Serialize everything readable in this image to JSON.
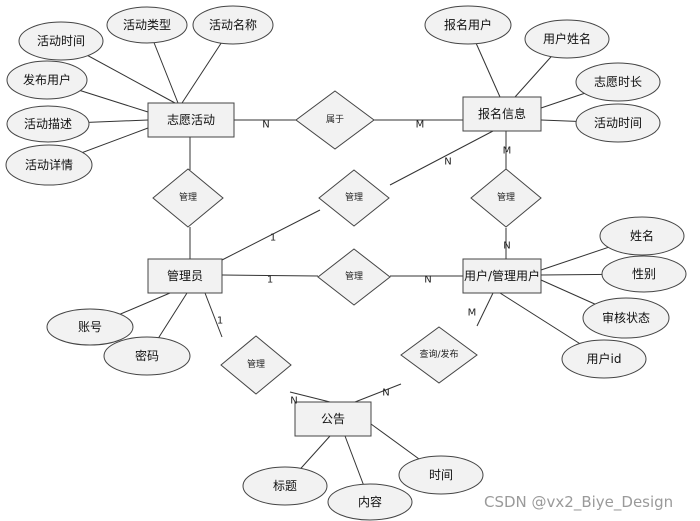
{
  "colors": {
    "entity_fill": "#f2f2f2",
    "stroke": "#444444",
    "attr_fill": "#f2f2f2",
    "rel_fill": "#f2f2f2",
    "watermark": "#9a9a9a"
  },
  "entities": [
    {
      "id": "volunteer_activity",
      "label": "志愿活动"
    },
    {
      "id": "registration_info",
      "label": "报名信息"
    },
    {
      "id": "administrator",
      "label": "管理员"
    },
    {
      "id": "user_mgmt_user",
      "label": "用户/管理用户"
    },
    {
      "id": "announcement",
      "label": "公告"
    }
  ],
  "attributes": [
    {
      "id": "act_time",
      "label": "活动时间",
      "of": "volunteer_activity"
    },
    {
      "id": "act_type",
      "label": "活动类型",
      "of": "volunteer_activity"
    },
    {
      "id": "act_name",
      "label": "活动名称",
      "of": "volunteer_activity"
    },
    {
      "id": "pub_user",
      "label": "发布用户",
      "of": "volunteer_activity"
    },
    {
      "id": "act_desc",
      "label": "活动描述",
      "of": "volunteer_activity"
    },
    {
      "id": "act_detail",
      "label": "活动详情",
      "of": "volunteer_activity"
    },
    {
      "id": "reg_user",
      "label": "报名用户",
      "of": "registration_info"
    },
    {
      "id": "user_name",
      "label": "用户姓名",
      "of": "registration_info"
    },
    {
      "id": "vol_hours",
      "label": "志愿时长",
      "of": "registration_info"
    },
    {
      "id": "reg_act_time",
      "label": "活动时间",
      "of": "registration_info"
    },
    {
      "id": "account",
      "label": "账号",
      "of": "administrator"
    },
    {
      "id": "password",
      "label": "密码",
      "of": "administrator"
    },
    {
      "id": "name",
      "label": "姓名",
      "of": "user_mgmt_user"
    },
    {
      "id": "gender",
      "label": "性别",
      "of": "user_mgmt_user"
    },
    {
      "id": "review_status",
      "label": "审核状态",
      "of": "user_mgmt_user"
    },
    {
      "id": "user_id",
      "label": "用户id",
      "of": "user_mgmt_user"
    },
    {
      "id": "title",
      "label": "标题",
      "of": "announcement"
    },
    {
      "id": "time",
      "label": "时间",
      "of": "announcement"
    },
    {
      "id": "content",
      "label": "内容",
      "of": "announcement"
    }
  ],
  "relationships": [
    {
      "id": "belongs",
      "label": "属于",
      "from": "volunteer_activity",
      "to": "registration_info",
      "card_from": "N",
      "card_to": "M"
    },
    {
      "id": "manage_activity",
      "label": "管理",
      "from": "volunteer_activity",
      "to": "administrator",
      "card_from": "",
      "card_to": ""
    },
    {
      "id": "manage_registration",
      "label": "管理",
      "from": "administrator",
      "to": "registration_info",
      "card_from": "1",
      "card_to": "N"
    },
    {
      "id": "manage_reg_user",
      "label": "管理",
      "from": "registration_info",
      "to": "user_mgmt_user",
      "card_from": "M",
      "card_to": "N"
    },
    {
      "id": "manage_user",
      "label": "管理",
      "from": "administrator",
      "to": "user_mgmt_user",
      "card_from": "1",
      "card_to": "N"
    },
    {
      "id": "manage_announcement",
      "label": "管理",
      "from": "administrator",
      "to": "announcement",
      "card_from": "1",
      "card_to": "N"
    },
    {
      "id": "query_publish",
      "label": "查询/发布",
      "from": "user_mgmt_user",
      "to": "announcement",
      "card_from": "M",
      "card_to": "N"
    }
  ],
  "watermark": "CSDN @vx2_Biye_Design"
}
